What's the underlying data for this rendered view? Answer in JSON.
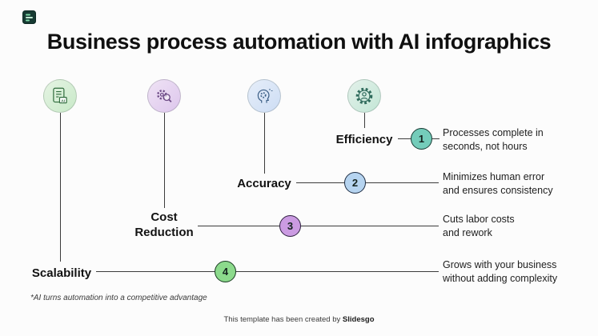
{
  "slide": {
    "title": "Business process automation with AI infographics",
    "footnote": "*AI turns automation into a competitive advantage",
    "credit": {
      "prefix": "This template has been created by ",
      "brand": "Slidesgo"
    }
  },
  "items": [
    {
      "number": "1",
      "label": "Efficiency",
      "description": "Processes complete in\nseconds, not hours",
      "icon": "gear-person-icon",
      "colors": {
        "icon_bg_from": "#e3f1ea",
        "icon_bg_to": "#c3e6d6",
        "icon_stroke": "#2f6b5c",
        "number_fill": "#74ccba",
        "number_border": "#173a33"
      }
    },
    {
      "number": "2",
      "label": "Accuracy",
      "description": "Minimizes human error\nand ensures consistency",
      "icon": "head-gear-icon",
      "colors": {
        "icon_bg_from": "#e6eef9",
        "icon_bg_to": "#cdddf4",
        "icon_stroke": "#3c5f86",
        "number_fill": "#b6d4f0",
        "number_border": "#1d2c42"
      }
    },
    {
      "number": "3",
      "label": "Cost\nReduction",
      "description": "Cuts labor costs\nand rework",
      "icon": "gear-magnifier-icon",
      "colors": {
        "icon_bg_from": "#efe3f5",
        "icon_bg_to": "#ddc6ec",
        "icon_stroke": "#6d4b86",
        "number_fill": "#cb9be2",
        "number_border": "#2e1f40"
      }
    },
    {
      "number": "4",
      "label": "Scalability",
      "description": "Grows with your business\nwithout adding complexity",
      "icon": "ai-document-icon",
      "colors": {
        "icon_bg_from": "#e6f4e4",
        "icon_bg_to": "#c8e9c8",
        "icon_stroke": "#2f6b3c",
        "number_fill": "#8cda8c",
        "number_border": "#173a20"
      }
    }
  ]
}
